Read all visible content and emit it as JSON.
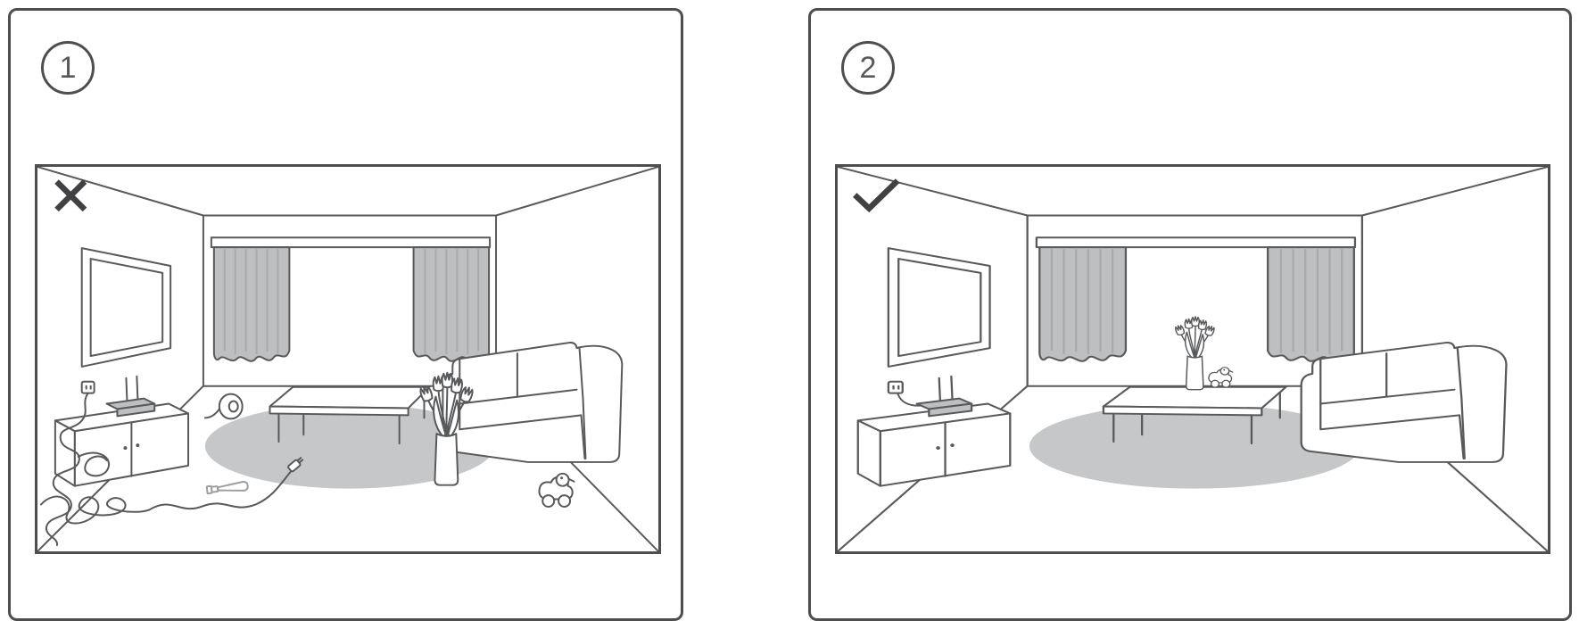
{
  "colors": {
    "background": "#ffffff",
    "line": "#58595b",
    "dark": "#414042",
    "frame": "#4d4e50",
    "shade": "#c6c7c9",
    "curtain": "#bdbfc1",
    "stripe": "#a7a9ab",
    "light": "#9d9fa2"
  },
  "panels": [
    {
      "number": "1",
      "status": "incorrect",
      "status_icon": "cross-icon",
      "scene": "living room with tangled cables, toilet paper roll, bottle, vase and toy scattered on the floor"
    },
    {
      "number": "2",
      "status": "correct",
      "status_icon": "check-icon",
      "scene": "same living room tidied up: cable plugged in neatly, vase and toy placed on the coffee table"
    }
  ]
}
